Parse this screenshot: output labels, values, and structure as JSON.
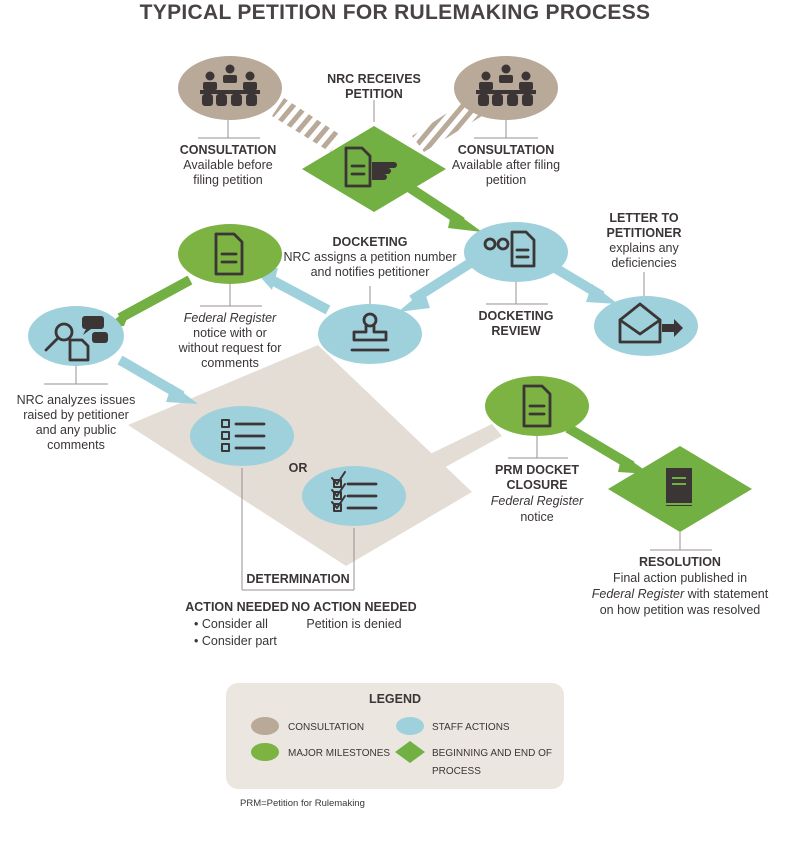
{
  "title": "TYPICAL PETITION FOR RULEMAKING PROCESS",
  "colors": {
    "consultation": "#b8a999",
    "staff_actions": "#9fd1dc",
    "major_milestones": "#7cb342",
    "process_diamond": "#72b043",
    "determination_area": "#e4ddd6",
    "legend_bg": "#ece6e0",
    "text": "#3b3536"
  },
  "nodes": {
    "nrc_receives": {
      "line1": "NRC RECEIVES",
      "line2": "PETITION",
      "icon": "document-hand-icon"
    },
    "consult_before": {
      "line1": "CONSULTATION",
      "line2": "Available before",
      "line3": "filing petition",
      "icon": "meeting-icon"
    },
    "consult_after": {
      "line1": "CONSULTATION",
      "line2": "Available after filing",
      "line3": "petition",
      "icon": "meeting-icon"
    },
    "docketing": {
      "line1": "DOCKETING",
      "line2": "NRC assigns a petition number",
      "line3": "and notifies petitioner",
      "icon": "stamp-icon"
    },
    "docketing_review": {
      "line1": "DOCKETING",
      "line2": "REVIEW",
      "icon": "glasses-document-icon"
    },
    "letter": {
      "line1": "LETTER TO",
      "line2": "PETITIONER",
      "line3": "explains any",
      "line4": "deficiencies",
      "icon": "envelope-icon"
    },
    "fed_notice": {
      "line1": "Federal Register",
      "line2": "notice with or",
      "line3": "without request for",
      "line4": "comments",
      "icon": "document-icon"
    },
    "nrc_analyzes": {
      "line1": "NRC analyzes issues",
      "line2": "raised by petitioner",
      "line3": "and any public",
      "line4": "comments",
      "icon": "magnifier-chat-icon"
    },
    "determination": {
      "label": "DETERMINATION",
      "or": "OR",
      "icon_list": "checklist-icon",
      "icon_checked": "checked-list-icon"
    },
    "action_needed": {
      "line1": "ACTION NEEDED",
      "line2": "• Consider all",
      "line3": "• Consider part"
    },
    "no_action": {
      "line1": "NO ACTION NEEDED",
      "line2": "Petition is denied"
    },
    "prm_closure": {
      "line1": "PRM DOCKET",
      "line2": "CLOSURE",
      "line3": "Federal Register",
      "line4": "notice",
      "icon": "document-icon"
    },
    "resolution": {
      "line1": "RESOLUTION",
      "line2": "Final action published in",
      "line3a": "Federal Register",
      "line3b": " with statement",
      "line4": "on how petition was resolved",
      "icon": "book-icon"
    }
  },
  "legend": {
    "title": "LEGEND",
    "consultation": "CONSULTATION",
    "staff_actions": "STAFF ACTIONS",
    "major_milestones": "MAJOR MILESTONES",
    "beginning_end_1": "BEGINNING AND END OF",
    "beginning_end_2": "PROCESS"
  },
  "footnote": "PRM=Petition for Rulemaking"
}
